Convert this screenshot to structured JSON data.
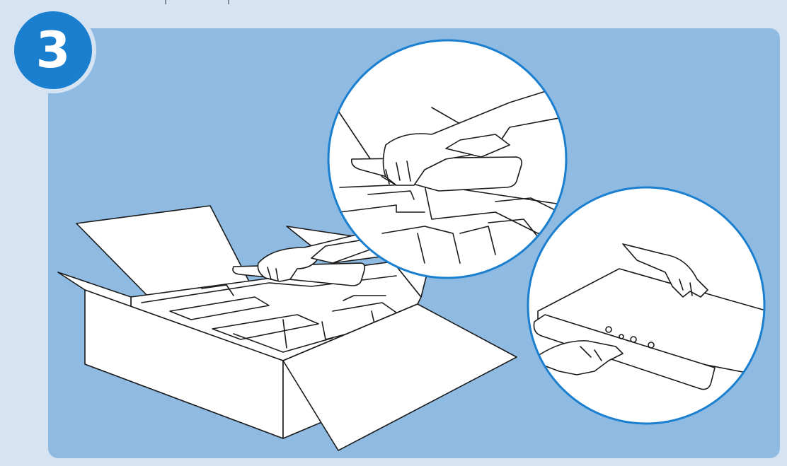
{
  "step": {
    "number": "3"
  },
  "colors": {
    "page_background": "#d6e3f3",
    "panel_background": "#8fbbe3",
    "badge": "#1b7fcf",
    "callout_ring": "#1b7fcf",
    "line_art": "#1a1a1a"
  },
  "illustrations": {
    "main": "open-box-with-hands-lifting-stand-base",
    "callout_top": "hands-lifting-base-from-foam-detail",
    "callout_right": "base-slid-into-protective-sleeve-detail"
  }
}
